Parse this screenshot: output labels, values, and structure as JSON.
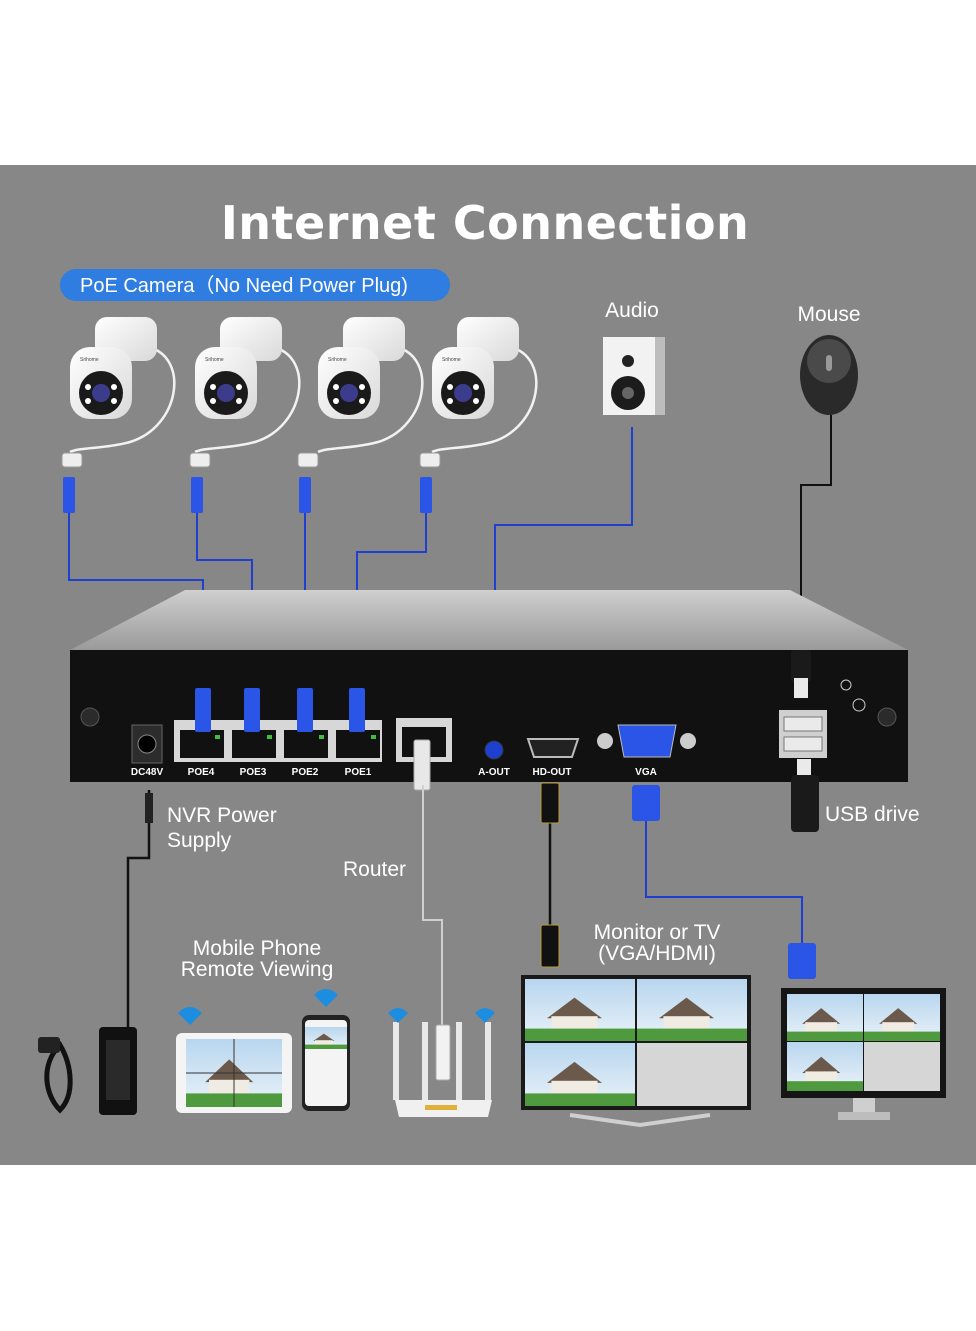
{
  "title": "Internet Connection",
  "badge": "PoE Camera（No Need Power Plug)",
  "labels": {
    "audio": "Audio",
    "mouse": "Mouse",
    "usb_drive": "USB drive",
    "nvr_power_1": "NVR Power",
    "nvr_power_2": "Supply",
    "router": "Router",
    "mobile_1": "Mobile Phone",
    "mobile_2": "Remote Viewing",
    "monitor_1": "Monitor or TV",
    "monitor_2": "(VGA/HDMI)"
  },
  "camera_brand": "Srihome",
  "ports": {
    "dc": "DC48V",
    "poe4": "POE4",
    "poe3": "POE3",
    "poe2": "POE2",
    "poe1": "POE1",
    "aout": "A-OUT",
    "hdout": "HD-OUT",
    "vga": "VGA"
  },
  "colors": {
    "background": "#878787",
    "cable_blue": "#1f3fd0",
    "badge_blue": "#2f7de0",
    "nvr_body": "#111111"
  }
}
